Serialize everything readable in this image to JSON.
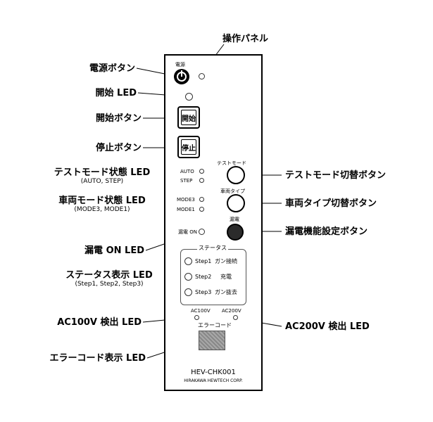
{
  "callouts": {
    "panel": "操作パネル",
    "power_button": "電源ボタン",
    "start_led": "開始 LED",
    "start_button": "開始ボタン",
    "stop_button": "停止ボタン",
    "test_mode_led": "テストモード状態 LED",
    "test_mode_led_sub": "(AUTO, STEP)",
    "vehicle_mode_led": "車両モード状態 LED",
    "vehicle_mode_led_sub": "(MODE3, MODE1)",
    "leak_on_led": "漏電 ON LED",
    "status_led": "ステータス表示 LED",
    "status_led_sub": "(Step1, Step2, Step3)",
    "ac100_led": "AC100V 検出 LED",
    "error_code_led": "エラーコード表示 LED",
    "test_mode_switch": "テストモード切替ボタン",
    "vehicle_type_switch": "車両タイプ切替ボタン",
    "leak_setting_button": "漏電機能設定ボタン",
    "ac200_led": "AC200V 検出 LED"
  },
  "panel": {
    "power_label": "電源",
    "start_label": "開始",
    "stop_label": "停止",
    "auto": "AUTO",
    "step": "STEP",
    "test_mode": "テストモード",
    "mode3": "MODE3",
    "mode1": "MODE1",
    "vehicle_type": "車両タイプ",
    "leak_label": "漏電",
    "leak_on": "漏電 ON",
    "status_title": "ステータス",
    "step1": "Step1",
    "step1_text": "ガン接続",
    "step2": "Step2",
    "step2_text": "充電",
    "step3": "Step3",
    "step3_text": "ガン抜去",
    "ac100": "AC100V",
    "ac200": "AC200V",
    "error_code": "エラーコード",
    "model": "HEV-CHK001",
    "maker": "HIRAKAWA HEWTECH CORP."
  }
}
